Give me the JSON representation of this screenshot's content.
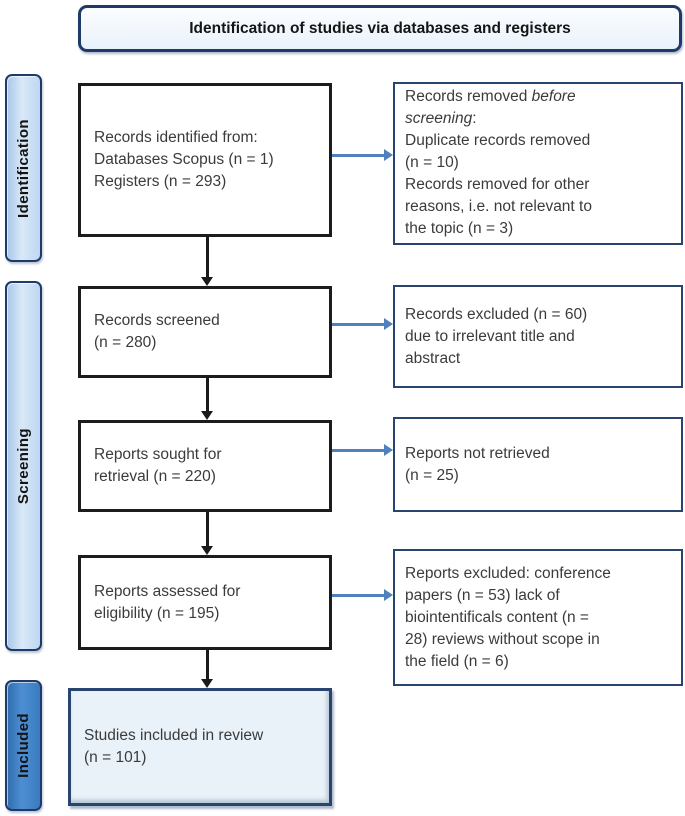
{
  "header": {
    "title": "Identification of studies via databases and registers"
  },
  "stages": [
    {
      "id": "identification",
      "label": "Identification"
    },
    {
      "id": "screening",
      "label": "Screening"
    },
    {
      "id": "included",
      "label": "Included"
    }
  ],
  "flow_boxes": [
    {
      "name": "records-identified",
      "text": "Records identified from:\nDatabases Scopus (n = 1)\nRegisters (n = 293)"
    },
    {
      "name": "records-screened",
      "text": "Records screened\n(n = 280)"
    },
    {
      "name": "reports-sought",
      "text": "Reports sought for\nretrieval (n = 220)"
    },
    {
      "name": "reports-assessed",
      "text": "Reports assessed for\neligibility (n = 195)"
    },
    {
      "name": "studies-included",
      "text": "Studies included in review\n(n = 101)"
    }
  ],
  "exclusion_boxes": [
    {
      "name": "records-removed-before-screening",
      "text_prefix": "Records removed ",
      "text_italic": "before\nscreening",
      "text_suffix": ":\nDuplicate records removed\n(n = 10)\nRecords removed for other\nreasons, i.e. not relevant to\nthe topic (n = 3)"
    },
    {
      "name": "records-excluded",
      "text": "Records excluded (n = 60)\ndue to irrelevant title and\nabstract"
    },
    {
      "name": "reports-not-retrieved",
      "text": "Reports not retrieved\n(n = 25)"
    },
    {
      "name": "reports-excluded",
      "text": "Reports excluded: conference\npapers (n = 53) lack of\nbiointentificals content (n =\n28) reviews without scope in\nthe field (n = 6)"
    }
  ],
  "colors": {
    "navy_border": "#1f3a68",
    "black_border": "#1c1c1c",
    "stage_fill_light": "#c9dcf3",
    "stage_fill_included": "#3c7fc1",
    "included_box_fill": "#e9f2f9",
    "horizontal_arrow": "#4f81bd",
    "vertical_arrow": "#1a1a1a",
    "body_text": "#3b3b3b"
  }
}
